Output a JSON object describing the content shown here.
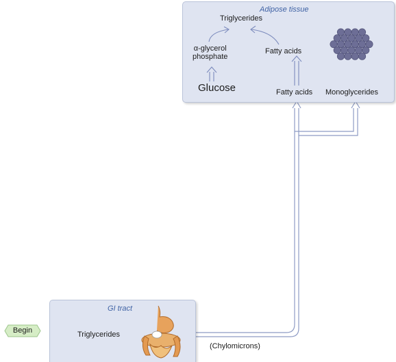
{
  "adipose": {
    "title": "Adipose tissue",
    "triglycerides": "Triglycerides",
    "alpha_glycerol_line1": "α-glycerol",
    "alpha_glycerol_line2": "phosphate",
    "fatty_acids_inner": "Fatty acids",
    "glucose": "Glucose",
    "fatty_acids": "Fatty acids",
    "monoglycerides": "Monoglycerides"
  },
  "gi": {
    "title": "GI tract",
    "triglycerides": "Triglycerides"
  },
  "chylomicrons": "(Chylomicrons)",
  "begin_label": "Begin",
  "colors": {
    "panel_fill": "#dfe4f1",
    "panel_border": "#b9c3d9",
    "title_text": "#3f62a4",
    "pathway_line": "#a9b6d6",
    "fat_cells": "#6d6e96",
    "begin_fill": "#d6edc6"
  }
}
